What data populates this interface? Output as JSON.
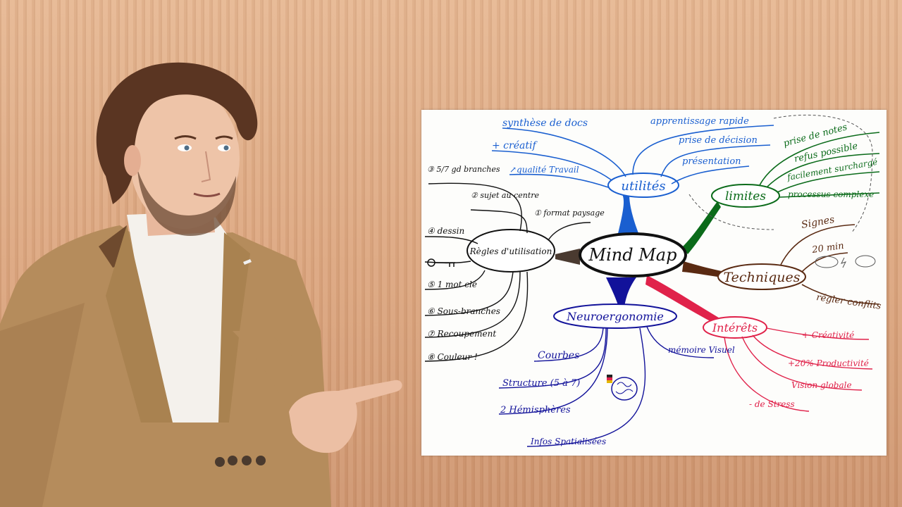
{
  "mindmap": {
    "center": "Mind Map",
    "colors": {
      "blue": "#1a5fd0",
      "navy": "#12129a",
      "green": "#0b6b1a",
      "brown": "#5a2a12",
      "red": "#e0224a",
      "black": "#222222"
    },
    "utilites": {
      "label": "utilités",
      "items": [
        "synthèse de docs",
        "+ créatif",
        "↗qualité Travail",
        "apprentissage rapide",
        "prise de décision",
        "présentation"
      ]
    },
    "limites": {
      "label": "limites",
      "items": [
        "prise de notes",
        "refus possible",
        "facilement surchargé",
        "processus complexe"
      ]
    },
    "techniques": {
      "label": "Techniques",
      "items": [
        "Signes",
        "20 min",
        "régler conflits"
      ]
    },
    "interets": {
      "label": "Intérêts",
      "items": [
        "+ Créativité",
        "+20% Productivité",
        "Vision globale",
        "- de Stress"
      ]
    },
    "neuro": {
      "label": "Neuroergonomie",
      "items": [
        "Courbes",
        "Structure (5 à 7)",
        "2 Hémisphères",
        "Infos Spatialisées",
        "mémoire Visuel"
      ]
    },
    "regles": {
      "label": "Règles d'utilisation",
      "items": [
        "③ 5/7 gd branches",
        "② sujet au centre",
        "① format paysage",
        "④ dessin",
        "⑤ 1 mot clé",
        "⑥ Sous-branches",
        "⑦ Recoupement",
        "⑧ Couleur !"
      ]
    }
  }
}
